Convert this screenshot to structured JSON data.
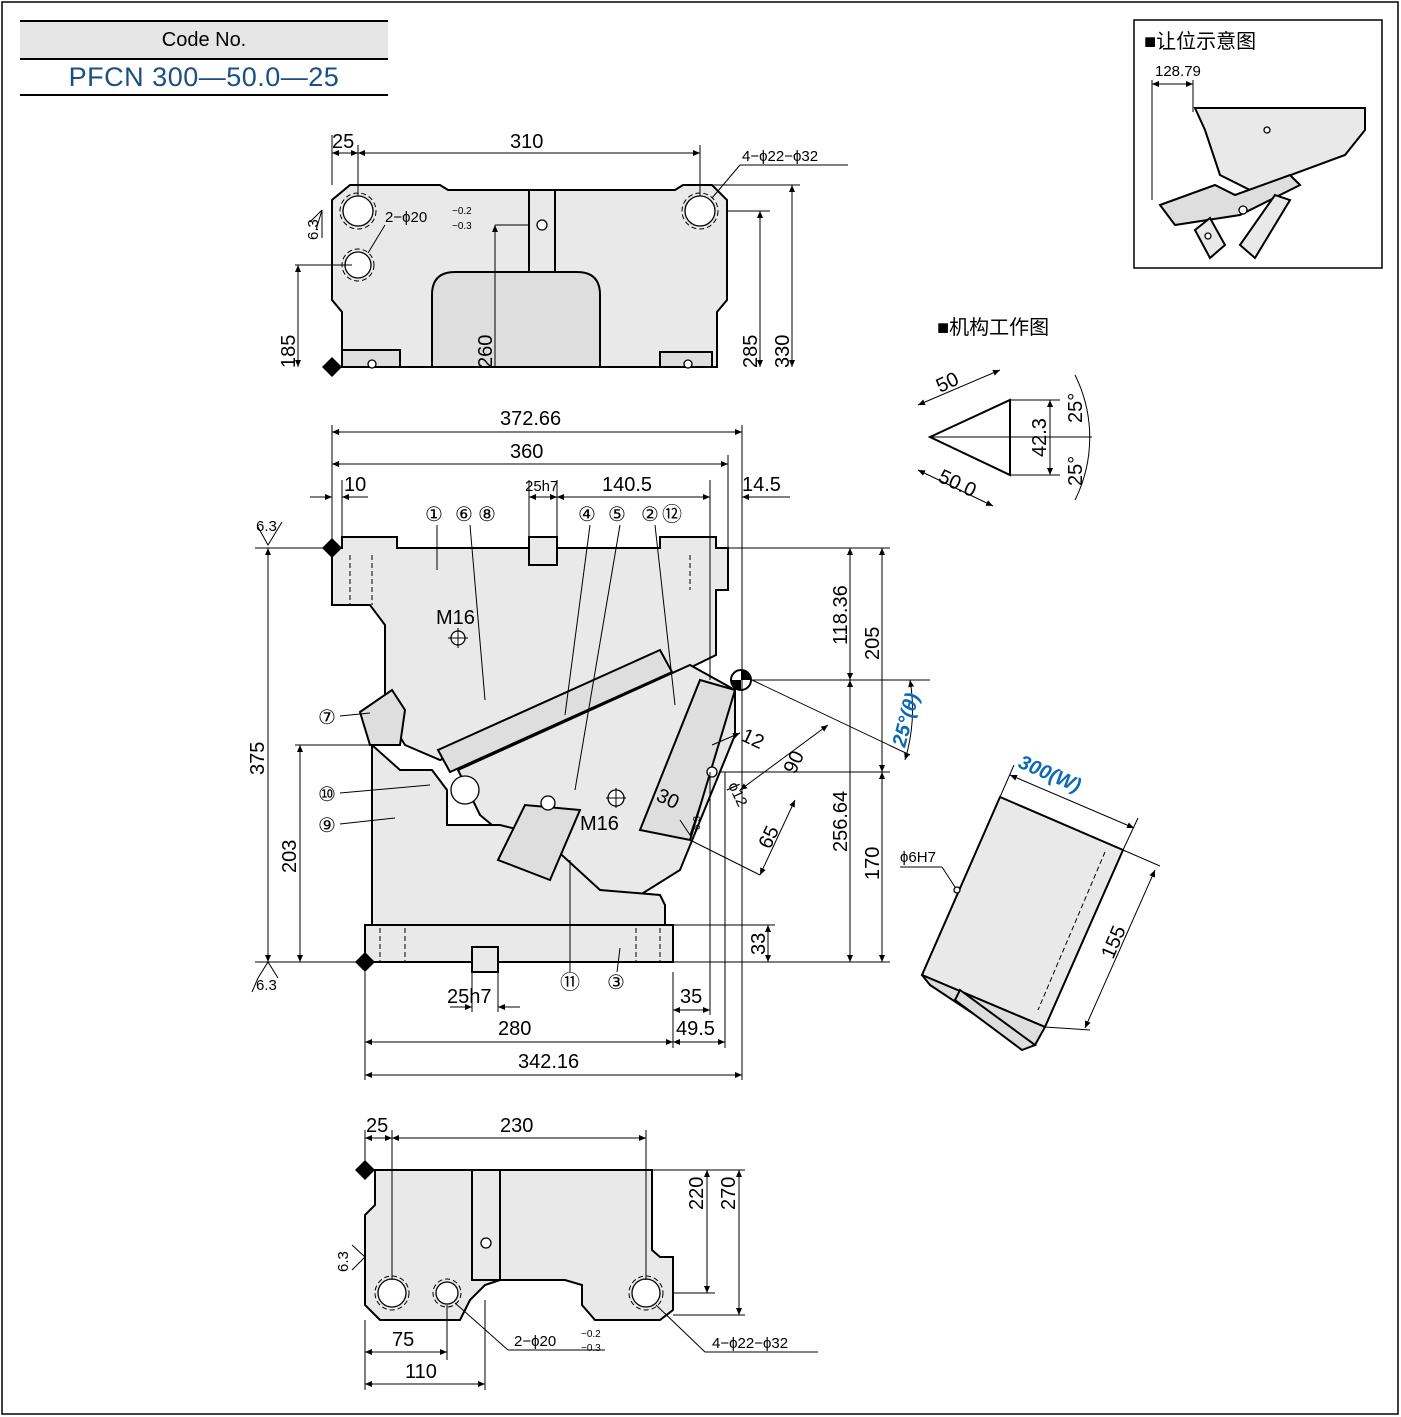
{
  "code_box": {
    "header": "Code No.",
    "value": "PFCN 300—50.0—25"
  },
  "titles": {
    "clearance": "■让位示意图",
    "mechanism": "■机构工作图"
  },
  "clearance_view": {
    "dim": "128.79"
  },
  "mechanism_view": {
    "top": "50",
    "bottom": "50.0",
    "height": "42.3",
    "angle_top": "25°",
    "angle_bottom": "25°"
  },
  "top_view": {
    "d_25": "25",
    "d_310": "310",
    "holes_large": "4−ϕ22−ϕ32",
    "holes_small_prefix": "2−ϕ20",
    "tol_upper": "−0.2",
    "tol_lower": "−0.3",
    "d_185": "185",
    "d_260": "260",
    "d_285": "285",
    "d_330": "330",
    "surface": "6.3"
  },
  "front_view": {
    "d_372_66": "372.66",
    "d_360": "360",
    "d_10": "10",
    "d_25h7_top": "25h7",
    "d_140_5": "140.5",
    "d_14_5": "14.5",
    "d_118_36": "118.36",
    "d_205": "205",
    "d_256_64": "256.64",
    "d_170": "170",
    "d_375": "375",
    "d_203": "203",
    "d_12": "12",
    "d_90": "90",
    "d_30": "30",
    "d_65": "65",
    "d_phi12": "ϕ12",
    "d_33": "33",
    "d_25h7_bottom": "25h7",
    "d_280": "280",
    "d_35": "35",
    "d_49_5": "49.5",
    "d_342_16": "342.16",
    "angle_label": "25°(θ)",
    "m16_top": "M16",
    "m16_cam": "M16",
    "surface": "6.3",
    "balloons": [
      "①",
      "⑥",
      "⑧",
      "④",
      "⑤",
      "②",
      "⑫",
      "⑦",
      "⑩",
      "⑨",
      "⑪",
      "③"
    ]
  },
  "side_view": {
    "width": "300(W)",
    "length": "155",
    "pin": "ϕ6H7"
  },
  "bottom_view": {
    "d_25": "25",
    "d_230": "230",
    "d_220": "220",
    "d_270": "270",
    "d_75": "75",
    "d_110": "110",
    "holes_small_prefix": "2−ϕ20",
    "tol_upper": "−0.2",
    "tol_lower": "−0.3",
    "holes_large": "4−ϕ22−ϕ32",
    "surface": "6.3"
  }
}
